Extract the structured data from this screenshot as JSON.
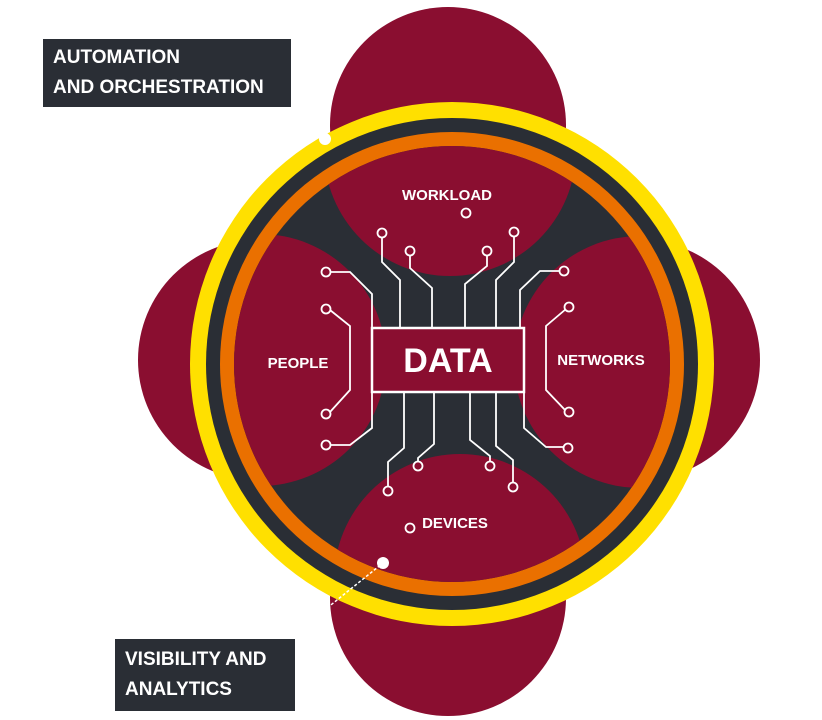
{
  "center": {
    "label": "DATA"
  },
  "pillars": {
    "top": "WORKLOAD",
    "left": "PEOPLE",
    "right": "NETWORKS",
    "bottom": "DEVICES"
  },
  "callouts": {
    "outer_ring": {
      "line1": "AUTOMATION",
      "line2": "AND ORCHESTRATION"
    },
    "inner_ring": {
      "line1": "VISIBILITY AND",
      "line2": "ANALYTICS"
    }
  },
  "colors": {
    "pillar": "#8a0e30",
    "dark": "#2a2e35",
    "outer_ring": "#ffe000",
    "inner_ring": "#ea7000",
    "white": "#ffffff"
  }
}
